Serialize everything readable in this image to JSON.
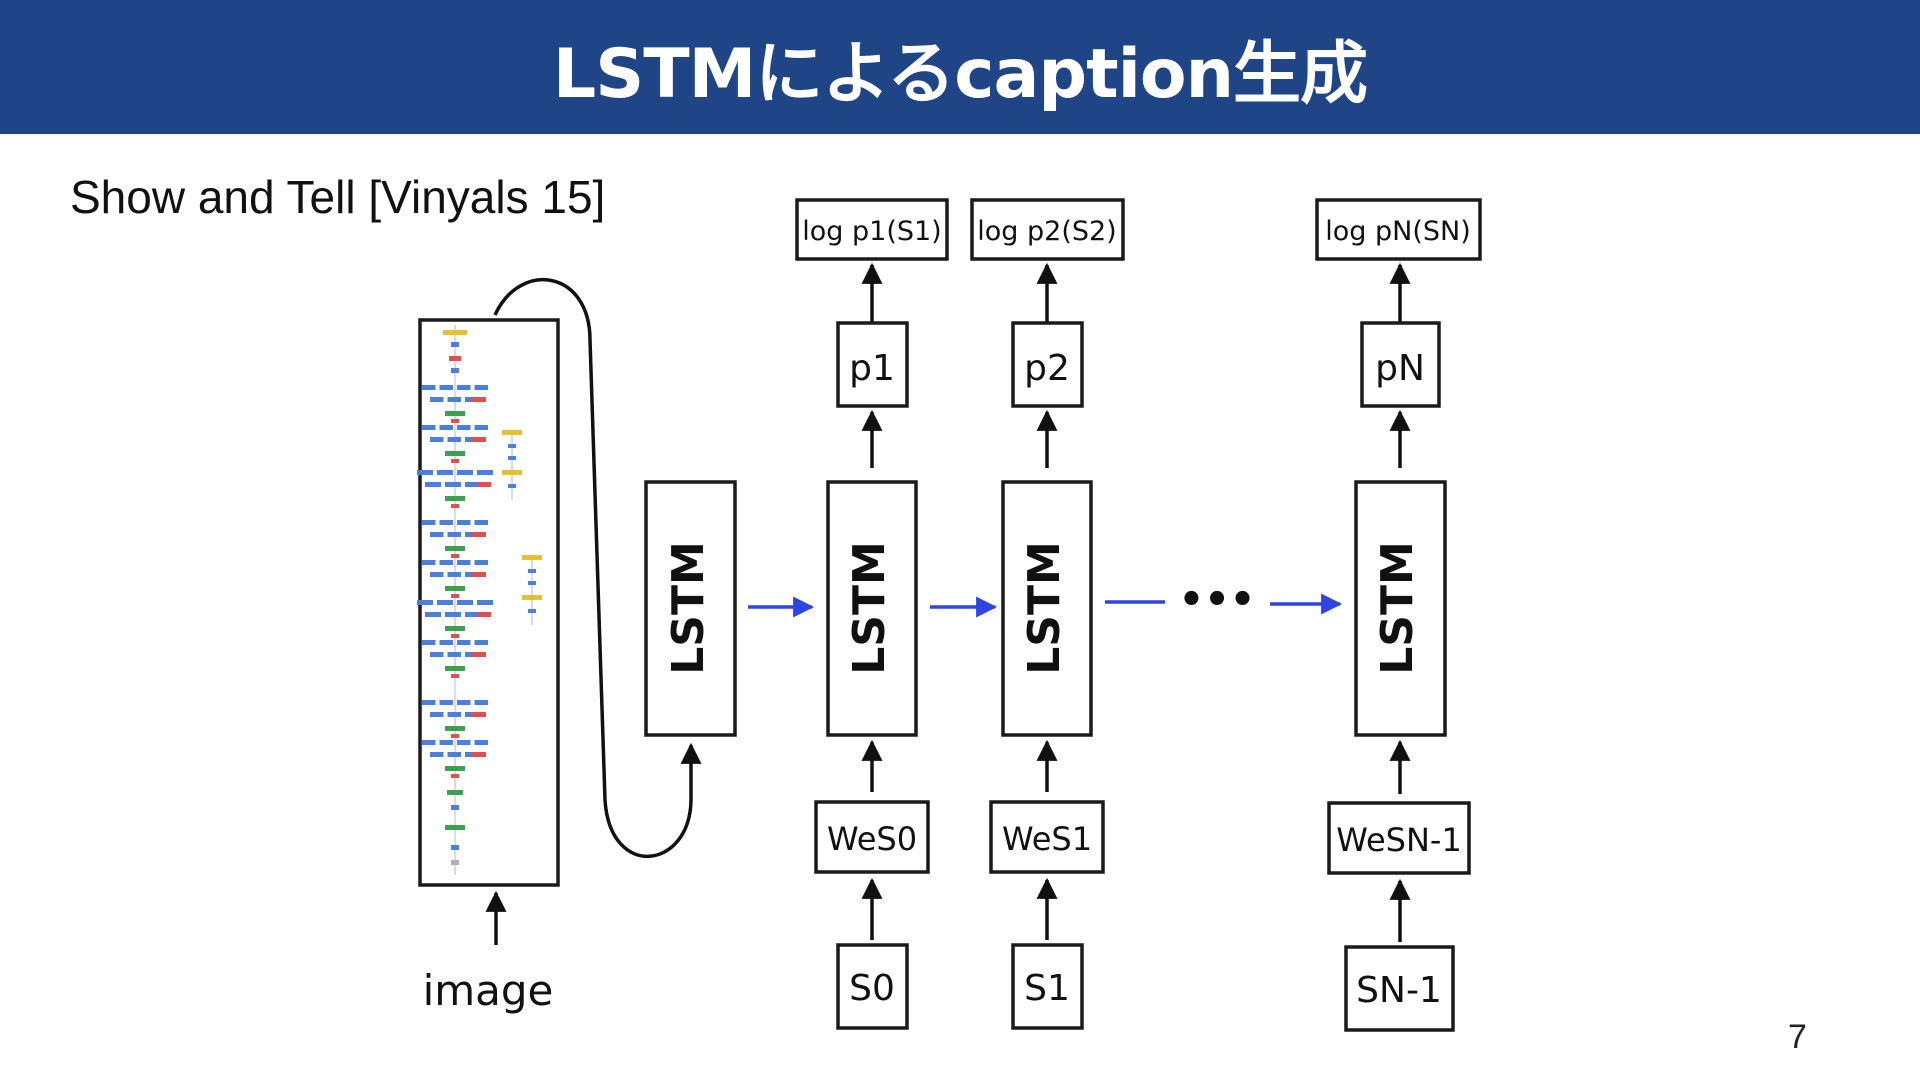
{
  "slide": {
    "title": "LSTMによるcaption生成",
    "subtitle": "Show and Tell [Vinyals 15]",
    "page_number": "7"
  },
  "colors": {
    "title_bar": "#1f4587",
    "flow_arrow": "#2e45e6"
  },
  "diagram": {
    "image_label": "image",
    "ellipsis": "•••",
    "lstm_label": "LSTM",
    "steps": [
      {
        "log": "log p1(S1)",
        "p": "p1",
        "we": "WeS0",
        "s": "S0"
      },
      {
        "log": "log p2(S2)",
        "p": "p2",
        "we": "WeS1",
        "s": "S1"
      },
      {
        "log": "log pN(SN)",
        "p": "pN",
        "we": "WeSN-1",
        "s": "SN-1"
      }
    ]
  }
}
